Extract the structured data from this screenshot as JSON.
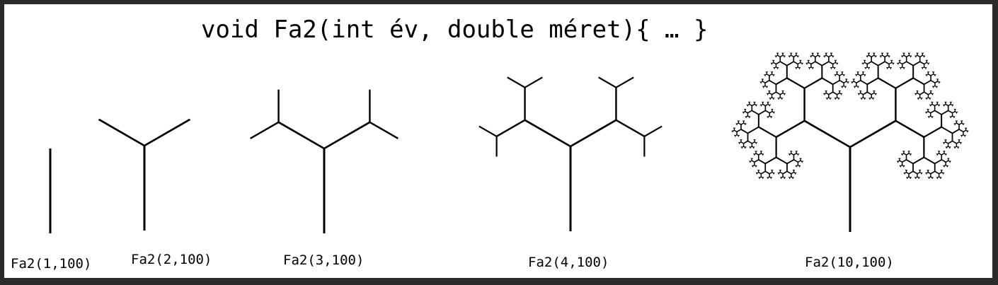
{
  "header": {
    "signature": "void Fa2(int év, double méret){ … }"
  },
  "trees": [
    {
      "caption": "Fa2(1,100)",
      "depth": 1
    },
    {
      "caption": "Fa2(2,100)",
      "depth": 2
    },
    {
      "caption": "Fa2(3,100)",
      "depth": 3
    },
    {
      "caption": "Fa2(4,100)",
      "depth": 4
    },
    {
      "caption": "Fa2(10,100)",
      "depth": 10
    }
  ],
  "colors": {
    "ink": "#000000",
    "paper": "#ffffff",
    "frame": "#2b2b2b"
  }
}
